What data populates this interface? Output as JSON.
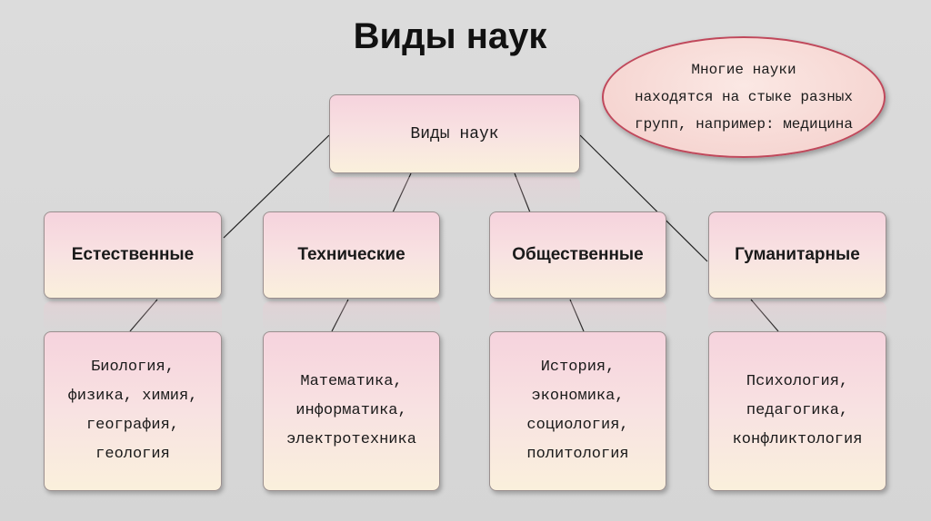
{
  "title": "Виды наук",
  "root": {
    "label": "Виды наук"
  },
  "note": {
    "lines": [
      "Многие науки",
      "находятся на стыке разных",
      "групп, например: медицина"
    ]
  },
  "categories": [
    {
      "label": "Естественные",
      "items": [
        "Биология,",
        "физика, химия,",
        "география,",
        "геология"
      ]
    },
    {
      "label": "Технические",
      "items": [
        "Математика,",
        "информатика,",
        "электротехника"
      ]
    },
    {
      "label": "Общественные",
      "items": [
        "История,",
        "экономика,",
        "социология,",
        "политология"
      ]
    },
    {
      "label": "Гуманитарные",
      "items": [
        "Психология,",
        "педагогика,",
        "конфликтология"
      ]
    }
  ],
  "colors": {
    "box_top": "#f6d3dd",
    "box_bottom": "#faf0dc",
    "oval_border": "#c0485b",
    "line": "#222222"
  }
}
